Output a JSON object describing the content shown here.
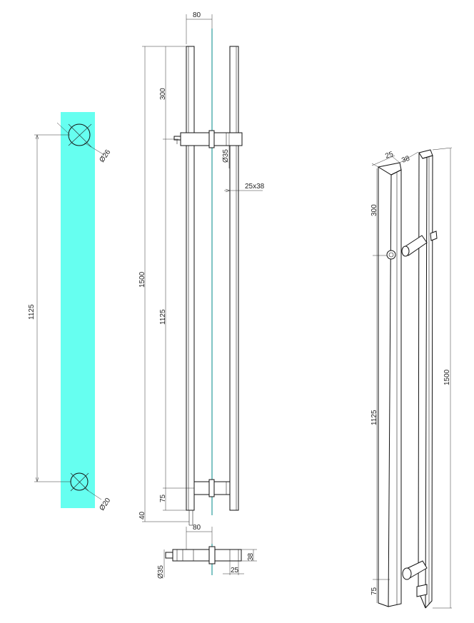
{
  "panel_left": {
    "glass_color": "#66fff0",
    "hole_top_label": "Ø26",
    "hole_bottom_label": "Ø20",
    "spacing_label": "1125"
  },
  "panel_front": {
    "top_width": "80",
    "top_offset": "300",
    "total_length": "1500",
    "spacing": "1125",
    "bottom_offset": "75",
    "bottom_extra": "40",
    "standoff_dia": "Ø35",
    "bar_section": "25x38"
  },
  "panel_section": {
    "width": "80",
    "dia": "Ø35",
    "depth": "38",
    "bar_width": "25"
  },
  "panel_iso": {
    "w1": "25",
    "w2": "38",
    "top_offset": "300",
    "spacing": "1125",
    "bottom_offset": "75",
    "total_length": "1500"
  }
}
